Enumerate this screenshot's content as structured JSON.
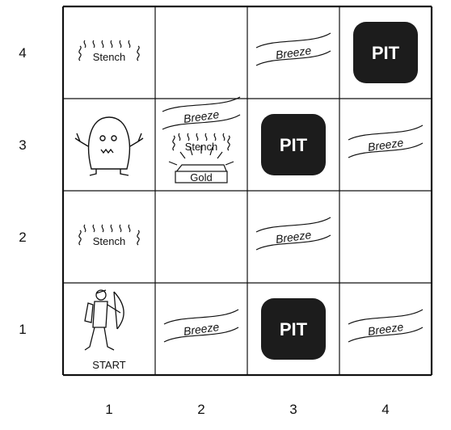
{
  "grid": {
    "columns": 4,
    "rows": 4,
    "row_labels": [
      "4",
      "3",
      "2",
      "1"
    ],
    "col_labels": [
      "1",
      "2",
      "3",
      "4"
    ]
  },
  "labels": {
    "pit": "PIT",
    "breeze": "Breeze",
    "stench": "Stench",
    "gold": "Gold",
    "start": "START"
  },
  "cells": [
    {
      "col": 1,
      "row": 4,
      "contents": [
        "stench"
      ]
    },
    {
      "col": 2,
      "row": 4,
      "contents": []
    },
    {
      "col": 3,
      "row": 4,
      "contents": [
        "breeze"
      ]
    },
    {
      "col": 4,
      "row": 4,
      "contents": [
        "pit"
      ]
    },
    {
      "col": 1,
      "row": 3,
      "contents": [
        "wumpus"
      ]
    },
    {
      "col": 2,
      "row": 3,
      "contents": [
        "breeze",
        "stench",
        "gold"
      ]
    },
    {
      "col": 3,
      "row": 3,
      "contents": [
        "pit"
      ]
    },
    {
      "col": 4,
      "row": 3,
      "contents": [
        "breeze"
      ]
    },
    {
      "col": 1,
      "row": 2,
      "contents": [
        "stench"
      ]
    },
    {
      "col": 2,
      "row": 2,
      "contents": []
    },
    {
      "col": 3,
      "row": 2,
      "contents": [
        "breeze"
      ]
    },
    {
      "col": 4,
      "row": 2,
      "contents": []
    },
    {
      "col": 1,
      "row": 1,
      "contents": [
        "agent",
        "start"
      ]
    },
    {
      "col": 2,
      "row": 1,
      "contents": [
        "breeze"
      ]
    },
    {
      "col": 3,
      "row": 1,
      "contents": [
        "pit"
      ]
    },
    {
      "col": 4,
      "row": 1,
      "contents": [
        "breeze"
      ]
    }
  ],
  "icons": {
    "wumpus": "wumpus-monster-icon",
    "agent": "agent-archer-icon",
    "gold": "gold-bar-icon"
  },
  "colors": {
    "pit_fill": "#1c1c1c",
    "line": "#111111",
    "background": "#ffffff"
  }
}
